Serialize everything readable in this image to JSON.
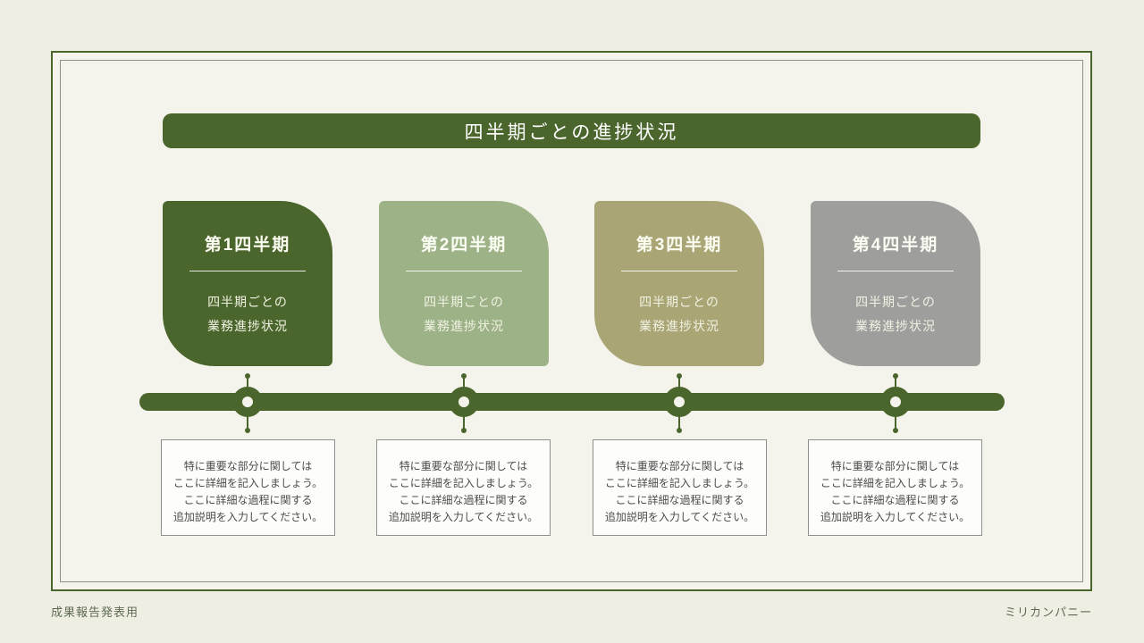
{
  "slide": {
    "title": "四半期ごとの進捗状況",
    "footer_left": "成果報告発表用",
    "footer_right": "ミリカンパニー"
  },
  "colors": {
    "accent_green": "#4b662d",
    "sage_green": "#9db287",
    "khaki": "#aaa575",
    "gray": "#9e9e9c",
    "page_background": "#efeee3",
    "frame_background": "#f4f4ec",
    "inner_border_gray": "#8f8f8d"
  },
  "quarters": [
    {
      "label": "第1四半期",
      "desc_line1": "四半期ごとの",
      "desc_line2": "業務進捗状況",
      "color": "#4b662d",
      "note_line1": "特に重要な部分に関しては",
      "note_line2": "ここに詳細を記入しましょう。",
      "note_line3": "ここに詳細な過程に関する",
      "note_line4": "追加説明を入力してください。"
    },
    {
      "label": "第2四半期",
      "desc_line1": "四半期ごとの",
      "desc_line2": "業務進捗状況",
      "color": "#9db287",
      "note_line1": "特に重要な部分に関しては",
      "note_line2": "ここに詳細を記入しましょう。",
      "note_line3": "ここに詳細な過程に関する",
      "note_line4": "追加説明を入力してください。"
    },
    {
      "label": "第3四半期",
      "desc_line1": "四半期ごとの",
      "desc_line2": "業務進捗状況",
      "color": "#aaa575",
      "note_line1": "特に重要な部分に関しては",
      "note_line2": "ここに詳細を記入しましょう。",
      "note_line3": "ここに詳細な過程に関する",
      "note_line4": "追加説明を入力してください。"
    },
    {
      "label": "第4四半期",
      "desc_line1": "四半期ごとの",
      "desc_line2": "業務進捗状況",
      "color": "#9e9e9c",
      "note_line1": "特に重要な部分に関しては",
      "note_line2": "ここに詳細を記入しましょう。",
      "note_line3": "ここに詳細な過程に関する",
      "note_line4": "追加説明を入力してください。"
    }
  ]
}
